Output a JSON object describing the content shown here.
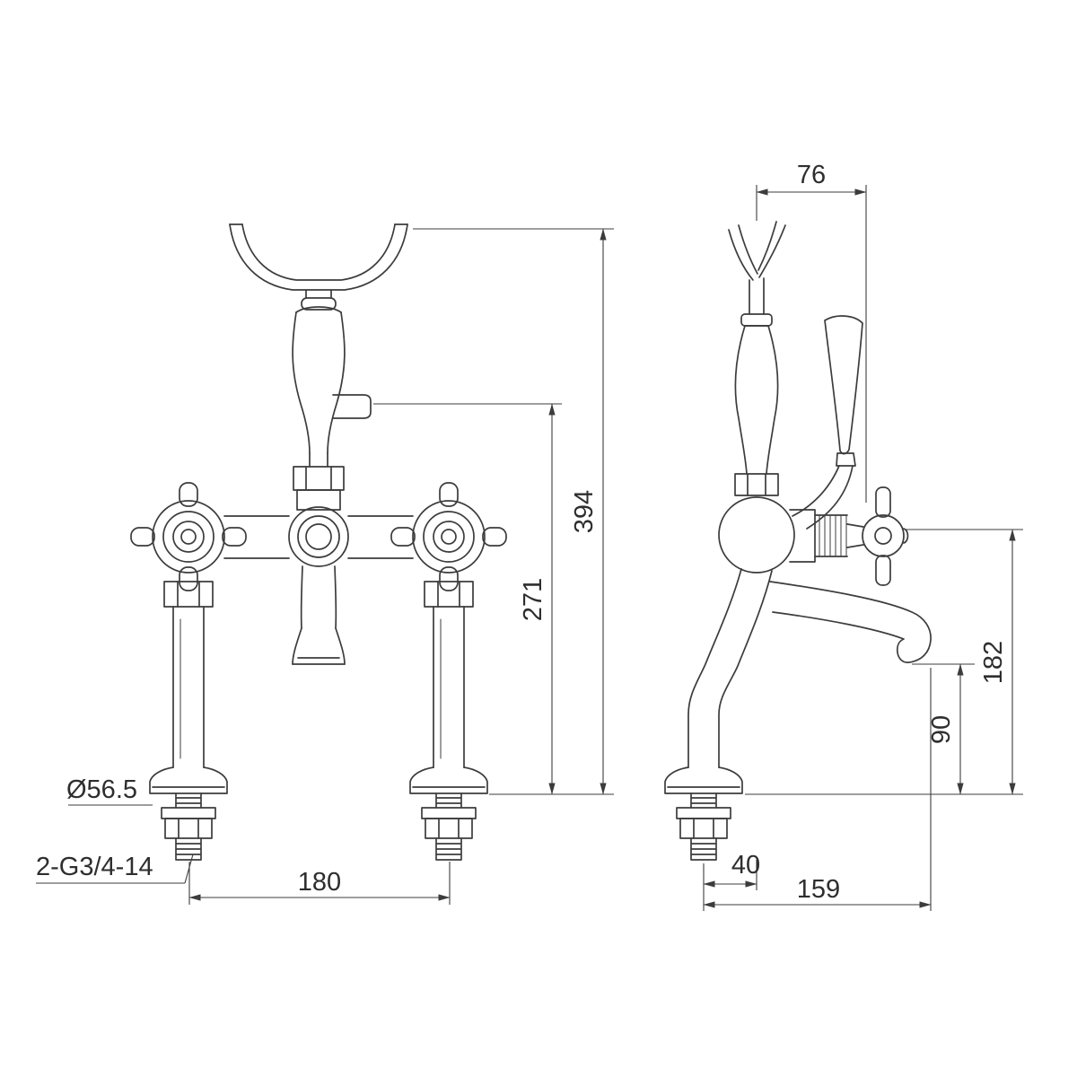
{
  "drawing": {
    "type": "technical-drawing",
    "views": [
      "front",
      "side"
    ],
    "line_color": "#3c3c3c",
    "background_color": "#ffffff"
  },
  "dimensions": {
    "top_width": "76",
    "overall_height": "394",
    "diverter_height": "271",
    "handle_height": "182",
    "spout_clearance": "90",
    "flange_diameter": "Ø56.5",
    "inlet_thread": "2-G3/4-14",
    "inlet_centres": "180",
    "body_offset": "40",
    "overall_depth": "159"
  }
}
